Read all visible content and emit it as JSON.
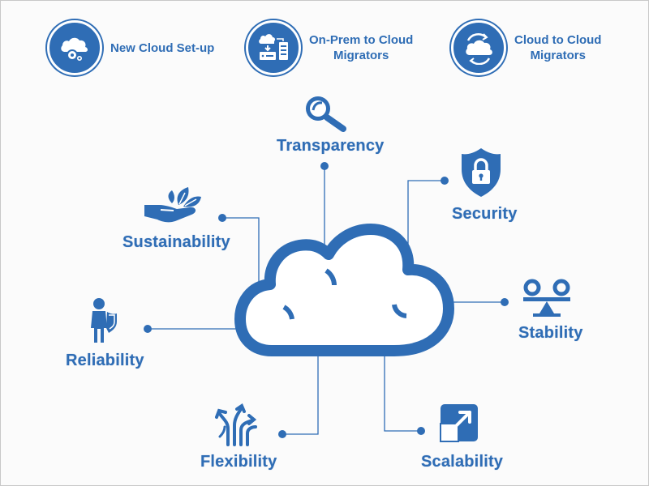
{
  "services": [
    {
      "label": "New Cloud Set-up",
      "icon": "cloud-gears-icon"
    },
    {
      "label": "On-Prem to Cloud\nMigrators",
      "icon": "server-to-cloud-icon"
    },
    {
      "label": "Cloud to Cloud\nMigrators",
      "icon": "cloud-sync-icon"
    }
  ],
  "attributes": {
    "transparency": {
      "label": "Transparency",
      "icon": "magnifier-icon"
    },
    "security": {
      "label": "Security",
      "icon": "shield-lock-icon"
    },
    "sustainability": {
      "label": "Sustainability",
      "icon": "hand-leaves-icon"
    },
    "stability": {
      "label": "Stability",
      "icon": "balance-seesaw-icon"
    },
    "reliability": {
      "label": "Reliability",
      "icon": "person-shield-icon"
    },
    "flexibility": {
      "label": "Flexibility",
      "icon": "branching-arrows-icon"
    },
    "scalability": {
      "label": "Scalability",
      "icon": "expand-arrow-icon"
    }
  },
  "colors": {
    "accent": "#2f6db5",
    "background": "#fbfbfb",
    "connector": "#2f6db5"
  }
}
